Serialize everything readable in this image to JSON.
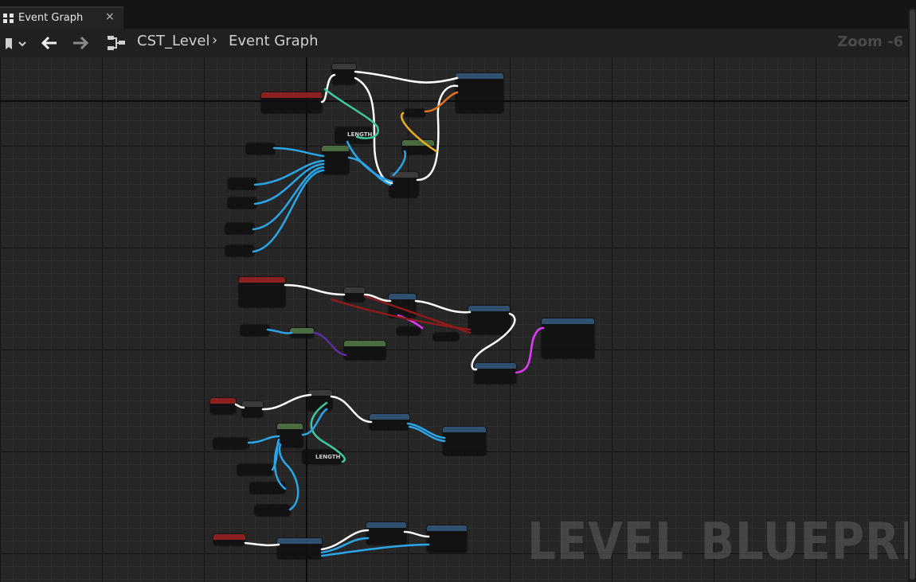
{
  "tab": {
    "title": "Event Graph",
    "icon": "event-graph-icon",
    "close": "×"
  },
  "toolbar": {
    "breadcrumb": [
      "CST_Level",
      "Event Graph"
    ],
    "separator": "›",
    "zoom": "Zoom -6"
  },
  "watermark": "LEVEL BLUEPRINT",
  "colors": {
    "exec": "#ffffff",
    "object": "#2aa6e8",
    "integer": "#3fc89e",
    "string": "#e43aff",
    "bool": "#8c1a1a",
    "byte": "#0a5a46",
    "struct": "#5c2da0",
    "orange": "#e0741e",
    "yellow": "#e8b020",
    "event_header": "#8c2020",
    "function_header": "#305070",
    "pure_header": "#4a6a40"
  },
  "graph": {
    "length_labels": [
      "LENGTH",
      "LENGTH"
    ]
  }
}
